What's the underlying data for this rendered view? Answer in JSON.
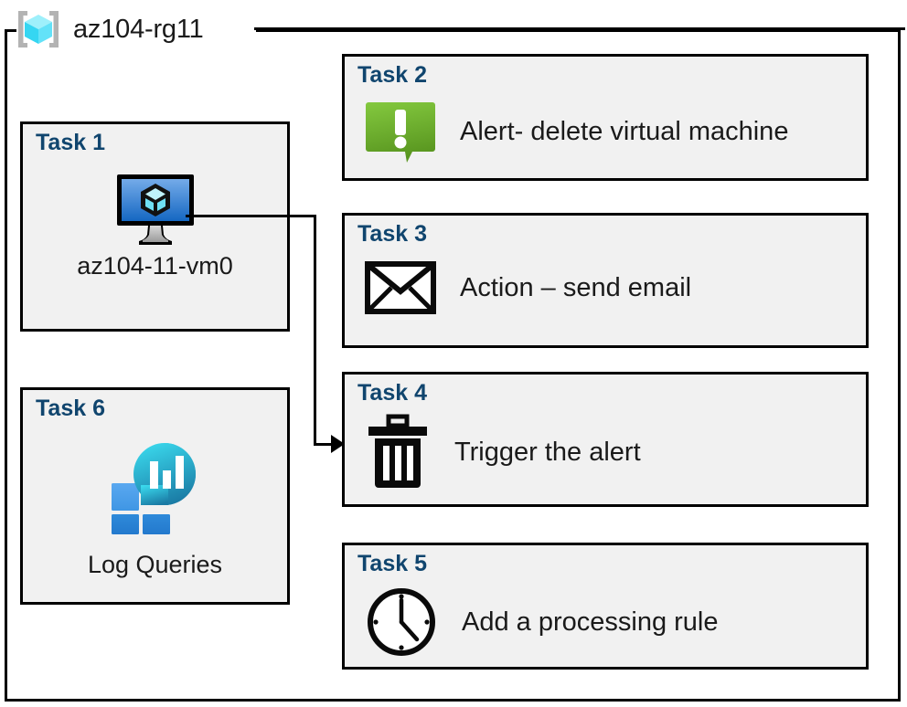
{
  "resource_group": {
    "name": "az104-rg11",
    "icon": "azure-resource-group-icon"
  },
  "colors": {
    "task_title": "#10456e",
    "card_background": "#f1f1f1",
    "card_border": "#000000",
    "alert_green_light": "#7ec441",
    "alert_green_dark": "#5a9a23",
    "vm_blue_light": "#6fa8e8",
    "vm_blue_dark": "#1668c3",
    "cube_cyan": "#7fe8f7",
    "log_cyan": "#32cfe8",
    "log_teal": "#1c7fa8",
    "tile_blue_light": "#50a0ed",
    "tile_blue_dark": "#2a84d8",
    "bracket_gray": "#b3b3b3"
  },
  "tasks": [
    {
      "id": "task1",
      "title": "Task 1",
      "label": "az104-11-vm0",
      "icon": "virtual-machine-icon"
    },
    {
      "id": "task2",
      "title": "Task 2",
      "label": "Alert- delete virtual machine",
      "icon": "alert-exclamation-icon"
    },
    {
      "id": "task3",
      "title": "Task 3",
      "label": "Action – send email",
      "icon": "envelope-icon"
    },
    {
      "id": "task4",
      "title": "Task 4",
      "label": "Trigger the alert",
      "icon": "trash-can-icon"
    },
    {
      "id": "task5",
      "title": "Task 5",
      "label": "Add a processing rule",
      "icon": "clock-icon"
    },
    {
      "id": "task6",
      "title": "Task 6",
      "label": "Log Queries",
      "icon": "log-analytics-icon"
    }
  ],
  "connector": {
    "from": "task1",
    "to": "task4",
    "style": "elbow-arrow"
  }
}
